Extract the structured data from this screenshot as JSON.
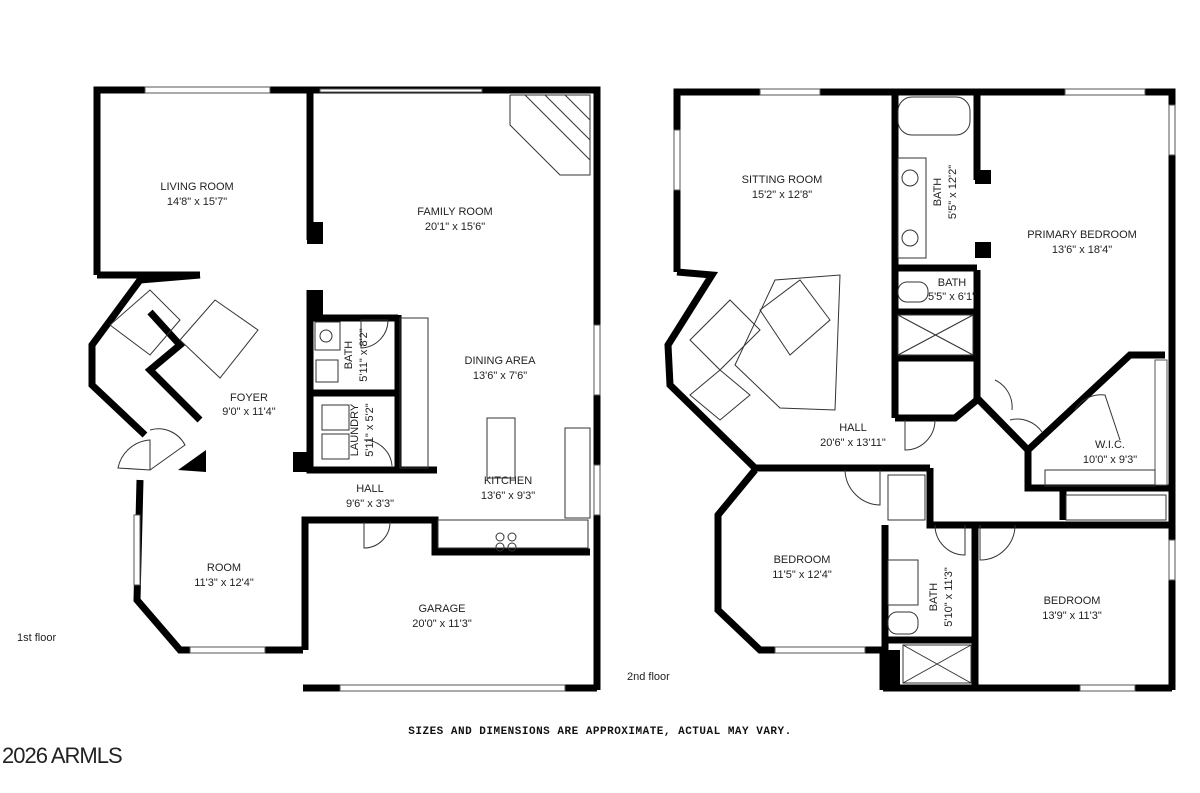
{
  "floors": [
    {
      "label": "1st floor",
      "rooms": [
        {
          "name": "LIVING ROOM",
          "size": "14'8\" x 15'7\""
        },
        {
          "name": "FAMILY ROOM",
          "size": "20'1\" x 15'6\""
        },
        {
          "name": "FOYER",
          "size": "9'0\" x 11'4\""
        },
        {
          "name": "DINING AREA",
          "size": "13'6\" x 7'6\""
        },
        {
          "name": "BATH",
          "size": "5'11\" x 8'2\""
        },
        {
          "name": "LAUNDRY",
          "size": "5'11\" x 5'2\""
        },
        {
          "name": "HALL",
          "size": "9'6\" x 3'3\""
        },
        {
          "name": "KITCHEN",
          "size": "13'6\" x 9'3\""
        },
        {
          "name": "ROOM",
          "size": "11'3\" x 12'4\""
        },
        {
          "name": "GARAGE",
          "size": "20'0\" x 11'3\""
        }
      ]
    },
    {
      "label": "2nd floor",
      "rooms": [
        {
          "name": "SITTING ROOM",
          "size": "15'2\" x 12'8\""
        },
        {
          "name": "BATH",
          "size": "5'5\" x 12'2\""
        },
        {
          "name": "PRIMARY BEDROOM",
          "size": "13'6\" x 18'4\""
        },
        {
          "name": "BATH",
          "size": "5'5\" x 6'1\""
        },
        {
          "name": "HALL",
          "size": "20'6\" x 13'11\""
        },
        {
          "name": "W.I.C.",
          "size": "10'0\" x 9'3\""
        },
        {
          "name": "BEDROOM",
          "size": "11'5\" x 12'4\""
        },
        {
          "name": "BATH",
          "size": "5'10\" x 11'3\""
        },
        {
          "name": "BEDROOM",
          "size": "13'9\" x 11'3\""
        }
      ]
    }
  ],
  "disclaimer": "SIZES AND DIMENSIONS ARE APPROXIMATE, ACTUAL MAY VARY.",
  "copyright": "2026 ARMLS"
}
